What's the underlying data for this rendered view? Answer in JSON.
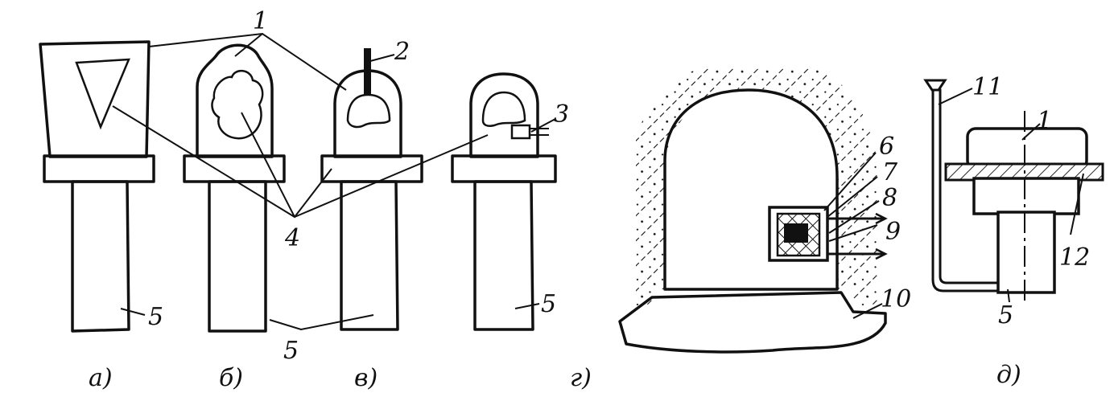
{
  "figure": {
    "captions": {
      "a": "а)",
      "b": "б)",
      "v": "в)",
      "g": "г)",
      "d": "д)"
    },
    "labels": {
      "n1_top": "1",
      "n2": "2",
      "n3": "3",
      "n4": "4",
      "n5_a": "5",
      "n5_bv": "5",
      "n5_g": "5",
      "n6": "6",
      "n7": "7",
      "n8": "8",
      "n9": "9",
      "n10": "10",
      "n11": "11",
      "n1_d": "1",
      "n12": "12",
      "n5_d": "5"
    }
  }
}
